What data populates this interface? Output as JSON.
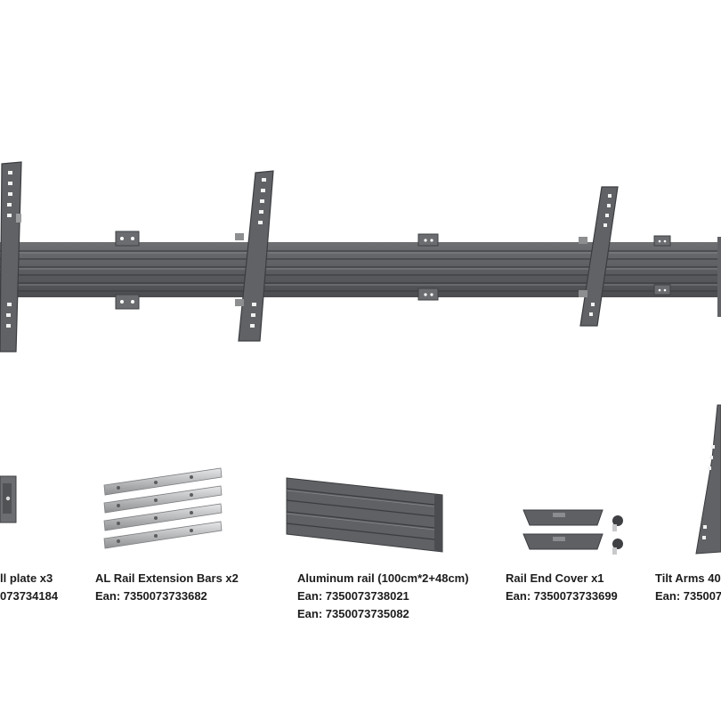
{
  "accent_colors": {
    "rail": "#5d5f62",
    "rail_dark": "#3f4144",
    "rail_light": "#76787b",
    "bracket": "#66686b",
    "silver": "#c9cbcd"
  },
  "parts": [
    {
      "name": "ll plate x3",
      "ean": "073734184"
    },
    {
      "name": "AL Rail Extension Bars x2",
      "ean": "Ean: 7350073733682"
    },
    {
      "name": "Aluminum rail (100cm*2+48cm)",
      "ean": "Ean:  7350073738021",
      "ean2": "Ean:  7350073735082"
    },
    {
      "name": "Rail End Cover x1",
      "ean": "Ean:  7350073733699"
    },
    {
      "name": "Tilt Arms 40",
      "ean": "Ean: 735007"
    }
  ]
}
